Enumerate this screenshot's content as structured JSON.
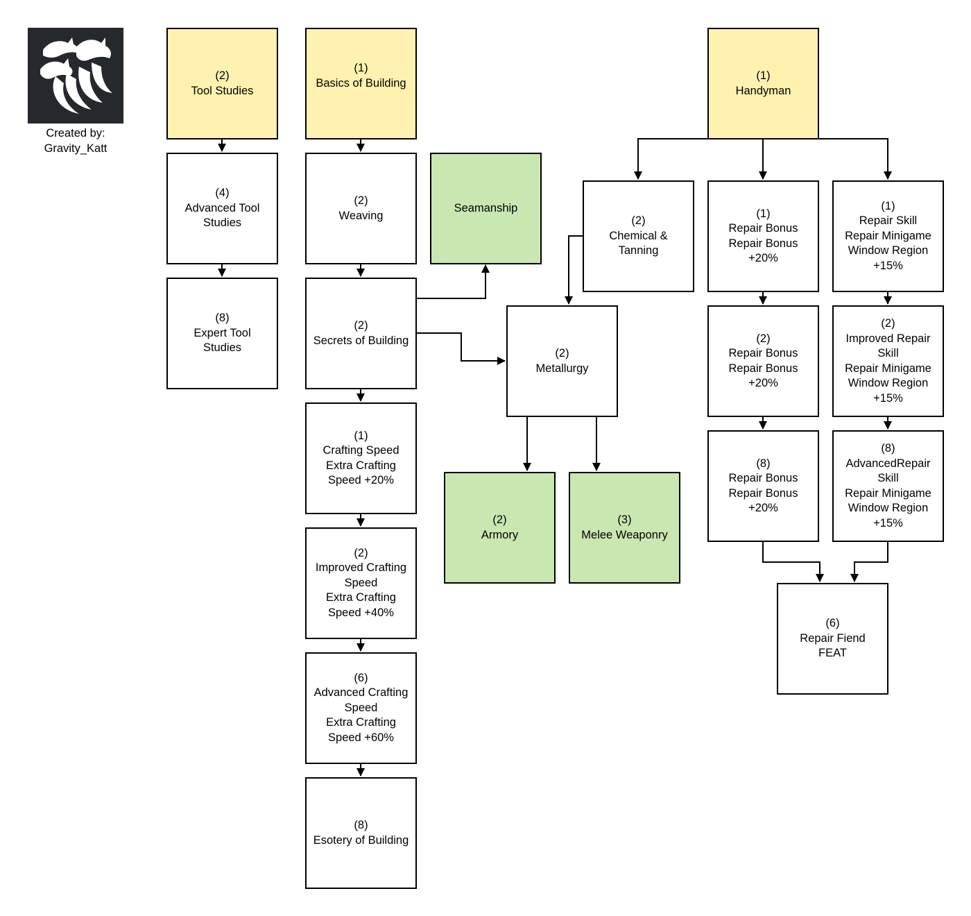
{
  "credit": {
    "created_by": "Created by:",
    "author": "Gravity_Katt"
  },
  "logo": {
    "icon": "three-headed-dragon-logo-icon",
    "background": "#25282d"
  },
  "colors": {
    "root_node": "#fff1b0",
    "external_node": "#c9e7b1",
    "node_border": "#000000"
  },
  "nodes": {
    "tool_studies": "(2)\nTool Studies",
    "advanced_tool_studies": "(4)\nAdvanced Tool\nStudies",
    "expert_tool_studies": "(8)\nExpert Tool\nStudies",
    "basics_of_building": "(1)\nBasics of Building",
    "weaving": "(2)\nWeaving",
    "secrets_of_building": "(2)\nSecrets of Building",
    "crafting_speed": "(1)\nCrafting Speed\nExtra Crafting\nSpeed +20%",
    "improved_crafting_speed": "(2)\nImproved Crafting\nSpeed\nExtra Crafting\nSpeed +40%",
    "advanced_crafting_speed": "(6)\nAdvanced Crafting\nSpeed\nExtra Crafting\nSpeed +60%",
    "esotery_of_building": "(8)\nEsotery of Building",
    "seamanship": "Seamanship",
    "metallurgy": "(2)\nMetallurgy",
    "armory": "(2)\nArmory",
    "melee_weaponry": "(3)\nMelee Weaponry",
    "chemical_tanning": "(2)\nChemical &\nTanning",
    "handyman": "(1)\nHandyman",
    "repair_bonus_1": "(1)\nRepair Bonus\nRepair Bonus\n+20%",
    "repair_bonus_2": "(2)\nRepair Bonus\nRepair Bonus\n+20%",
    "repair_bonus_3": "(8)\nRepair Bonus\nRepair Bonus\n+20%",
    "repair_skill": "(1)\nRepair Skill\nRepair Minigame\nWindow Region\n+15%",
    "improved_repair_skill": "(2)\nImproved Repair\nSkill\nRepair Minigame\nWindow Region\n+15%",
    "advanced_repair_skill": "(8)\nAdvancedRepair\nSkill\nRepair Minigame\nWindow Region\n+15%",
    "repair_fiend": "(6)\nRepair Fiend\nFEAT"
  }
}
